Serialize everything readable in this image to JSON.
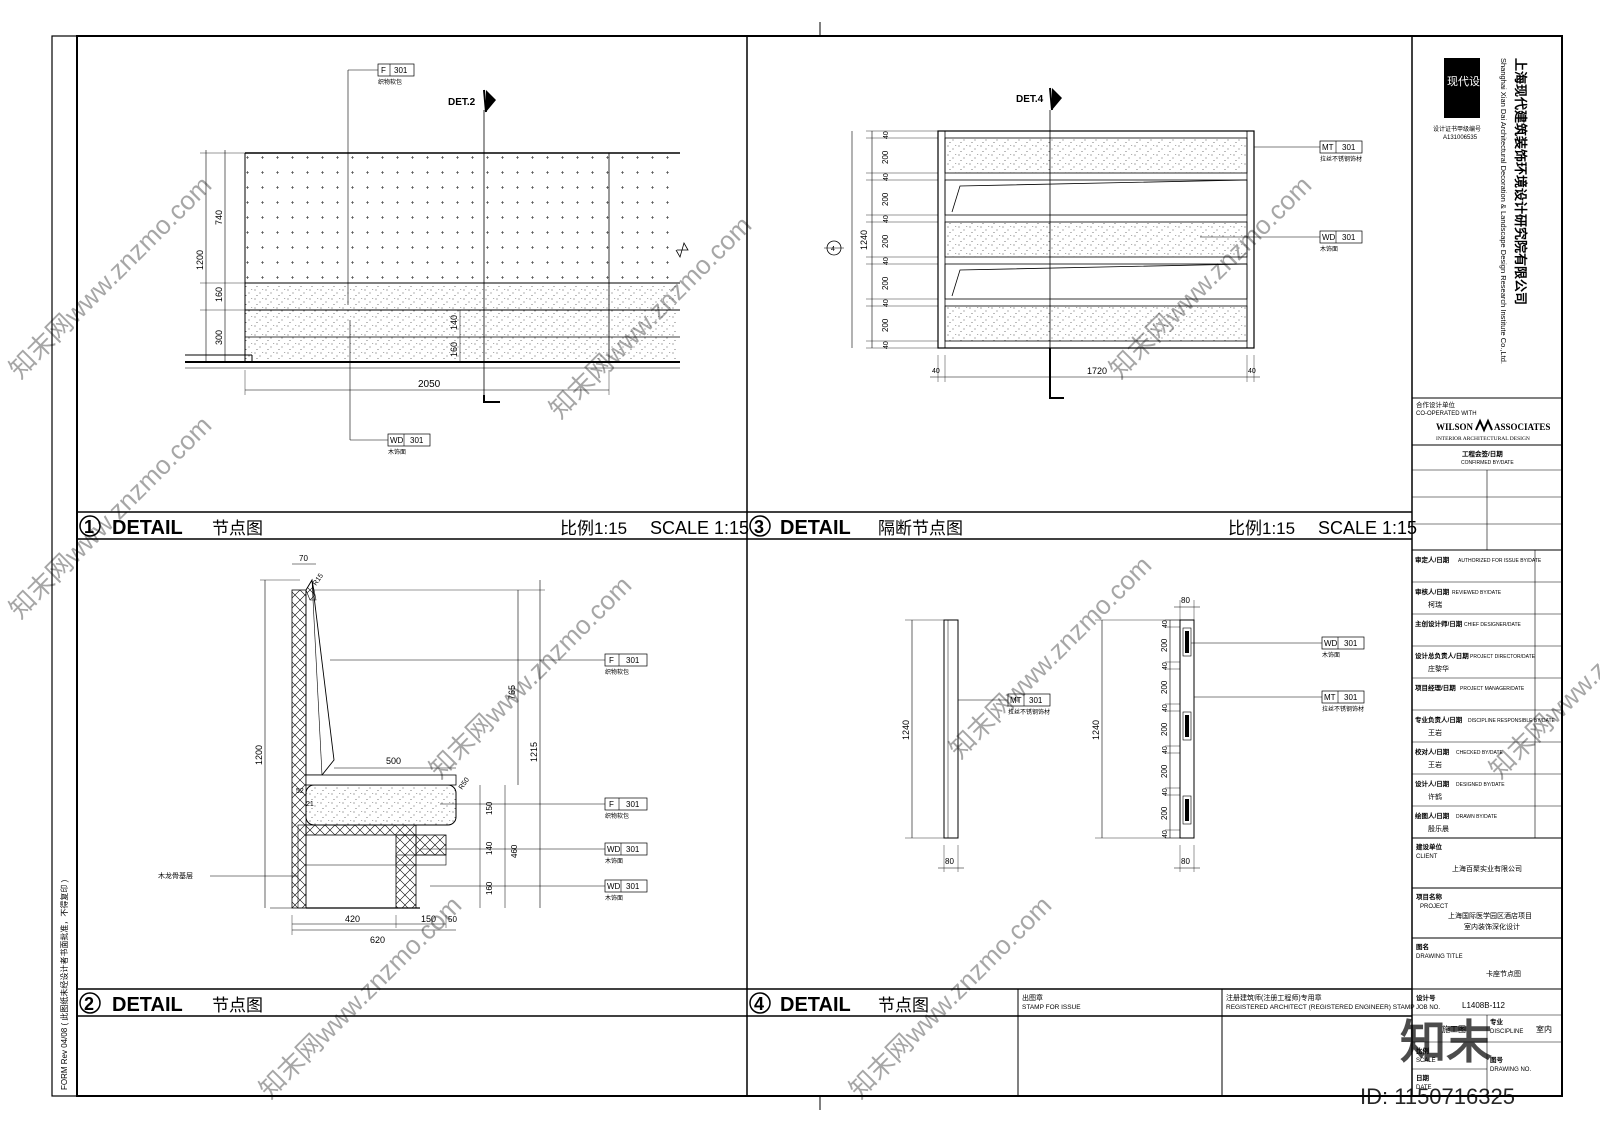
{
  "panels": [
    {
      "num": "1",
      "title": "DETAIL",
      "cn_title": "节点图",
      "scale_cn": "比例1:15",
      "scale_en": "SCALE 1:15"
    },
    {
      "num": "3",
      "title": "DETAIL",
      "cn_title": "隔断节点图",
      "scale_cn": "比例1:15",
      "scale_en": "SCALE 1:15"
    },
    {
      "num": "2",
      "title": "DETAIL",
      "cn_title": "节点图"
    },
    {
      "num": "4",
      "title": "DETAIL",
      "cn_title": "节点图"
    }
  ],
  "detail1": {
    "det_marker": "DET.2",
    "tag_top": {
      "code": "F",
      "num": "301",
      "desc": "织物软包"
    },
    "tag_bottom": {
      "code": "WD",
      "num": "301",
      "desc": "木饰面"
    },
    "dims_left": [
      "1200",
      "740",
      "160",
      "300"
    ],
    "dims_inner": [
      "140",
      "160"
    ],
    "dim_width": "2050"
  },
  "detail3": {
    "det_marker": "DET.4",
    "section_marker": "4",
    "tag_top": {
      "code": "MT",
      "num": "301",
      "desc": "拉丝不锈钢饰材"
    },
    "tag_mid": {
      "code": "WD",
      "num": "301",
      "desc": "木饰面"
    },
    "dim_total": "1240",
    "dims_left": [
      "40",
      "200",
      "40",
      "200",
      "40",
      "200",
      "40",
      "200",
      "40",
      "200",
      "40"
    ],
    "dims_bottom": [
      "40",
      "1720",
      "40"
    ]
  },
  "detail2": {
    "tag1": {
      "code": "F",
      "num": "301",
      "desc": "织物软包"
    },
    "tag2": {
      "code": "F",
      "num": "301",
      "desc": "织物软包"
    },
    "tag3": {
      "code": "WD",
      "num": "301",
      "desc": "木饰面"
    },
    "tag4": {
      "code": "WD",
      "num": "301",
      "desc": "木饰面"
    },
    "left_note": "木龙骨基层",
    "dims": {
      "d70": "70",
      "r15": "R15",
      "d765": "765",
      "d1215": "1215",
      "d1200": "1200",
      "d500": "500",
      "d52": "52",
      "d21": "21",
      "r50": "R50",
      "d150": "150",
      "d140": "140",
      "d460": "460",
      "d160": "160",
      "d420": "420",
      "d150b": "150",
      "d50": "50",
      "d620": "620"
    }
  },
  "detail4": {
    "tag_left": {
      "code": "MT",
      "num": "301",
      "desc": "拉丝不锈钢饰材"
    },
    "tag_r1": {
      "code": "WD",
      "num": "301",
      "desc": "木饰面"
    },
    "tag_r2": {
      "code": "MT",
      "num": "301",
      "desc": "拉丝不锈钢饰材"
    },
    "dim_h1": "1240",
    "dim_w1": "80",
    "dim_h2": "1240",
    "dim_w2": "80",
    "dims_right": [
      "40",
      "200",
      "40",
      "200",
      "40",
      "200",
      "40",
      "200",
      "40",
      "200",
      "40"
    ]
  },
  "stamp": {
    "issue": "出图章",
    "issue_en": "STAMP FOR ISSUE",
    "reg": "注册建筑师(注册工程师)专用章",
    "reg_en": "REGISTERED ARCHITECT (REGISTERED ENGINEER) STAMP"
  },
  "side_note": "FORM Rev 04/08 ( 此图纸未经设计者书面批准，不得复印 )",
  "title_block": {
    "logo_text": "现代设计",
    "license": "设计证书甲级编号",
    "license_no": "A131006535",
    "company_cn": "上海现代建筑装饰环境设计研究院有限公司",
    "company_en": "Shanghai Xian Dai Architectural Decoration & Landscape Design Research Institute Co.,Ltd.",
    "coop_cn": "合作设计单位",
    "coop_en": "CO-OPERATED WITH",
    "coop_name_a": "WILSON",
    "coop_name_b": "ASSOCIATES",
    "coop_sub": "INTERIOR ARCHITECTURAL DESIGN",
    "confirmed": "工程会签/日期",
    "confirmed_en": "CONFIRMED BY/DATE",
    "rows": [
      {
        "label": "审定人/日期",
        "en": "AUTHORIZED FOR ISSUE BY/DATE",
        "name": ""
      },
      {
        "label": "审核人/日期",
        "en": "REVIEWED BY/DATE",
        "name": "柯瑞"
      },
      {
        "label": "主创设计师/日期",
        "en": "CHIEF DESIGNER/DATE",
        "name": ""
      },
      {
        "label": "设计总负责人/日期",
        "en": "PROJECT DIRECTOR/DATE",
        "name": "庄黎华"
      },
      {
        "label": "项目经理/日期",
        "en": "PROJECT MANAGER/DATE",
        "name": ""
      },
      {
        "label": "专业负责人/日期",
        "en": "DISCIPLINE RESPONSIBLE BY/DATE",
        "name": "王岩"
      },
      {
        "label": "校对人/日期",
        "en": "CHECKED BY/DATE",
        "name": "王岩"
      },
      {
        "label": "设计人/日期",
        "en": "DESIGNED BY/DATE",
        "name": "许鹤"
      },
      {
        "label": "绘图人/日期",
        "en": "DRAWN BY/DATE",
        "name": "殷乐晨"
      }
    ],
    "client_cn": "建设单位",
    "client_en": "CLIENT",
    "client_name": "上海百聚实业有限公司",
    "project_cn": "项目名称",
    "project_en": "PROJECT",
    "project_name1": "上海国际医学园区酒店项目",
    "project_name2": "室内装饰深化设计",
    "drawing_title_cn": "图名",
    "drawing_title_en": "DRAWING TITLE",
    "drawing_title": "卡座节点图",
    "job_cn": "设计号",
    "job_en": "JOB NO.",
    "job_no": "L1408B-112",
    "stage": "施工图",
    "discipline_cn": "专业",
    "discipline_en": "DISCIPLINE",
    "discipline": "室内",
    "scale_cn": "比例",
    "scale_en": "SCALE",
    "date_cn": "日期",
    "date_en": "DATE",
    "dwg_cn": "图号",
    "dwg_en": "DRAWING NO."
  },
  "watermark": {
    "site": "知末网www.znzmo.com",
    "brand": "知末",
    "id": "ID: 1150716325"
  }
}
